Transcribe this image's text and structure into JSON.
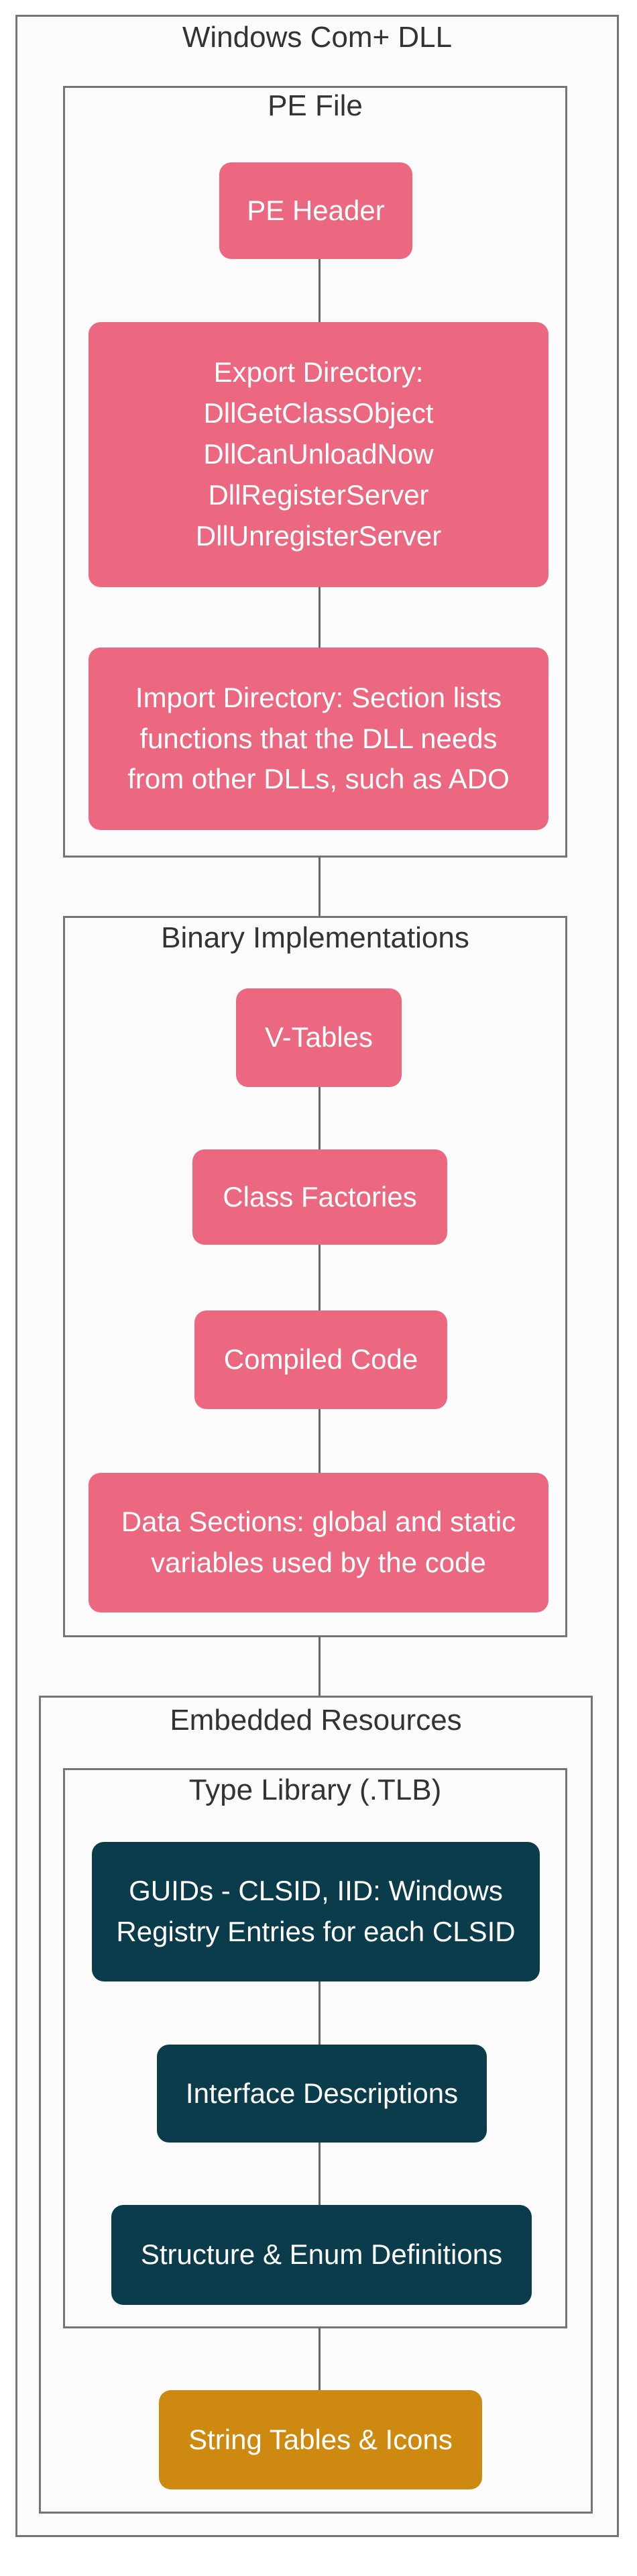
{
  "colors": {
    "page_bg": "#ffffff",
    "container_fill": "#fbfbfb",
    "container_border": "#757575",
    "connector": "#666666",
    "title_text": "#333333",
    "node_text": "#ffffff",
    "pink": "#EC6880",
    "teal": "#0B3C4C",
    "orange": "#CE8A10"
  },
  "outer": {
    "title": "Windows Com+ DLL"
  },
  "pe_file": {
    "title": "PE File",
    "pe_header": "PE Header",
    "export_directory": "Export Directory:\nDllGetClassObject\nDllCanUnloadNow\nDllRegisterServer\nDllUnregisterServer",
    "import_directory": "Import Directory: Section lists\nfunctions that the DLL needs\nfrom other DLLs, such as ADO"
  },
  "binary_implementations": {
    "title": "Binary Implementations",
    "v_tables": "V-Tables",
    "class_factories": "Class Factories",
    "compiled_code": "Compiled Code",
    "data_sections": "Data Sections: global and static\nvariables used by the code"
  },
  "embedded_resources": {
    "title": "Embedded Resources",
    "type_library": {
      "title": "Type Library (.TLB)",
      "guids": "GUIDs - CLSID, IID: Windows\nRegistry Entries for each CLSID",
      "interface_descriptions": "Interface Descriptions",
      "structure_enum": "Structure & Enum Definitions"
    },
    "string_tables": "String Tables & Icons"
  }
}
